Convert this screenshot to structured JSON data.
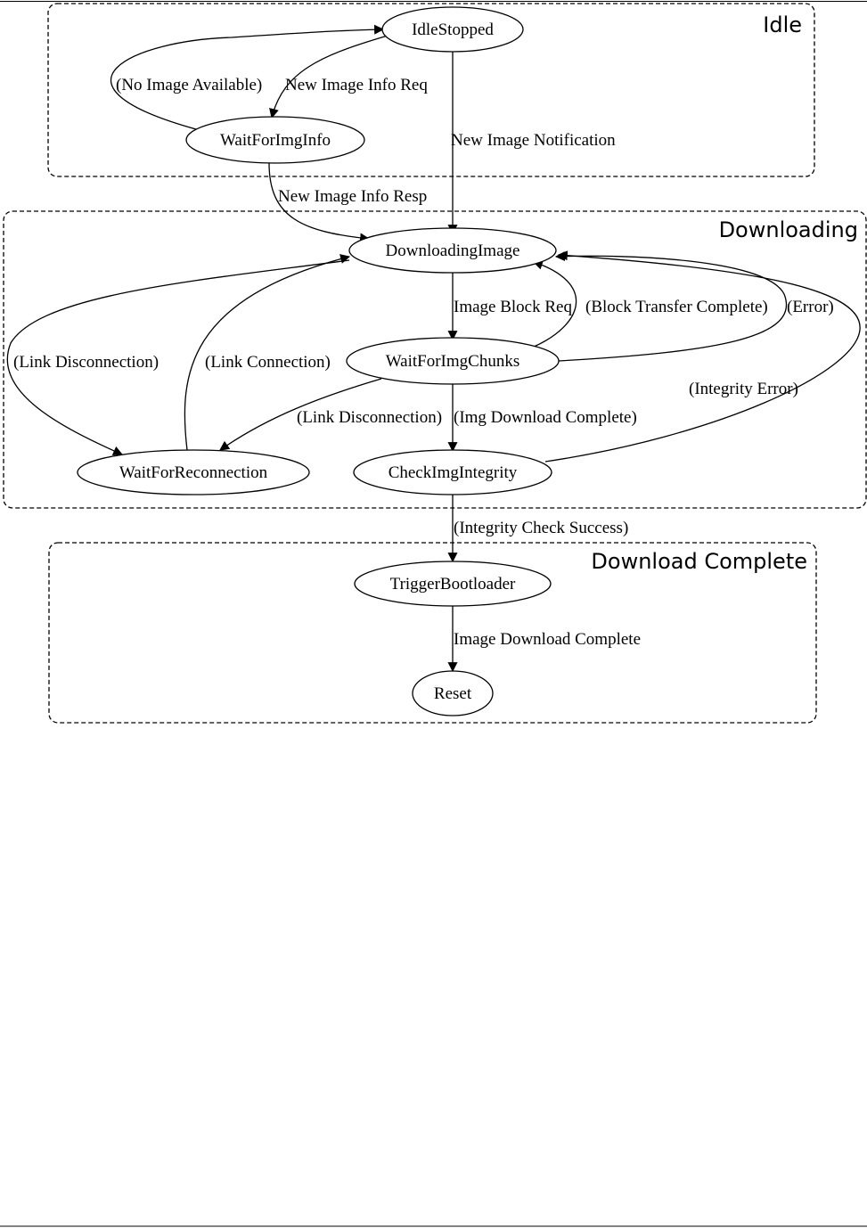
{
  "clusters": {
    "idle": "Idle",
    "downloading": "Downloading",
    "complete": "Download Complete"
  },
  "nodes": {
    "idle_stopped": "IdleStopped",
    "wait_img_info": "WaitForImgInfo",
    "downloading_image": "DownloadingImage",
    "wait_img_chunks": "WaitForImgChunks",
    "wait_reconnection": "WaitForReconnection",
    "check_img_integrity": "CheckImgIntegrity",
    "trigger_bootloader": "TriggerBootloader",
    "reset": "Reset"
  },
  "edges": {
    "no_image_available": "(No Image Available)",
    "new_image_info_req": "New Image Info Req",
    "new_image_notification": "New Image Notification",
    "new_image_info_resp": "New Image Info Resp",
    "image_block_req": "Image Block Req",
    "block_transfer_complete": "(Block Transfer Complete)",
    "error": "(Error)",
    "link_disconnection_a": "(Link Disconnection)",
    "link_connection": "(Link Connection)",
    "integrity_error": "(Integrity Error)",
    "link_disconnection_b": "(Link Disconnection)",
    "img_download_complete": "(Img Download Complete)",
    "integrity_check_success": "(Integrity Check Success)",
    "image_download_complete": "Image Download Complete"
  }
}
